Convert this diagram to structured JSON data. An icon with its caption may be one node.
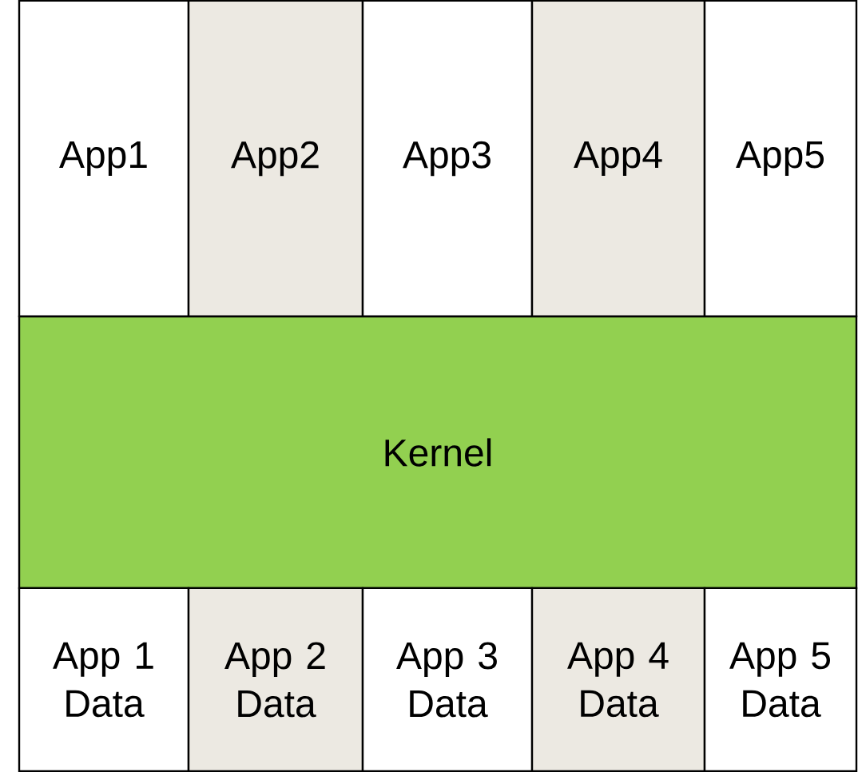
{
  "diagram": {
    "nodes": [
      {
        "text": [
          "App1"
        ]
      },
      {
        "text": [
          "App2"
        ]
      },
      {
        "text": [
          "App3"
        ]
      },
      {
        "text": [
          "App4"
        ]
      },
      {
        "text": [
          "App5"
        ]
      },
      {
        "text": [
          "Kernel"
        ]
      },
      {
        "text": [
          "App 1 Data"
        ]
      },
      {
        "text": [
          "App 2 Data"
        ]
      },
      {
        "text": [
          "App 3 Data"
        ]
      },
      {
        "text": [
          "App 4 Data"
        ]
      },
      {
        "text": [
          "App 5 Data"
        ]
      }
    ]
  }
}
